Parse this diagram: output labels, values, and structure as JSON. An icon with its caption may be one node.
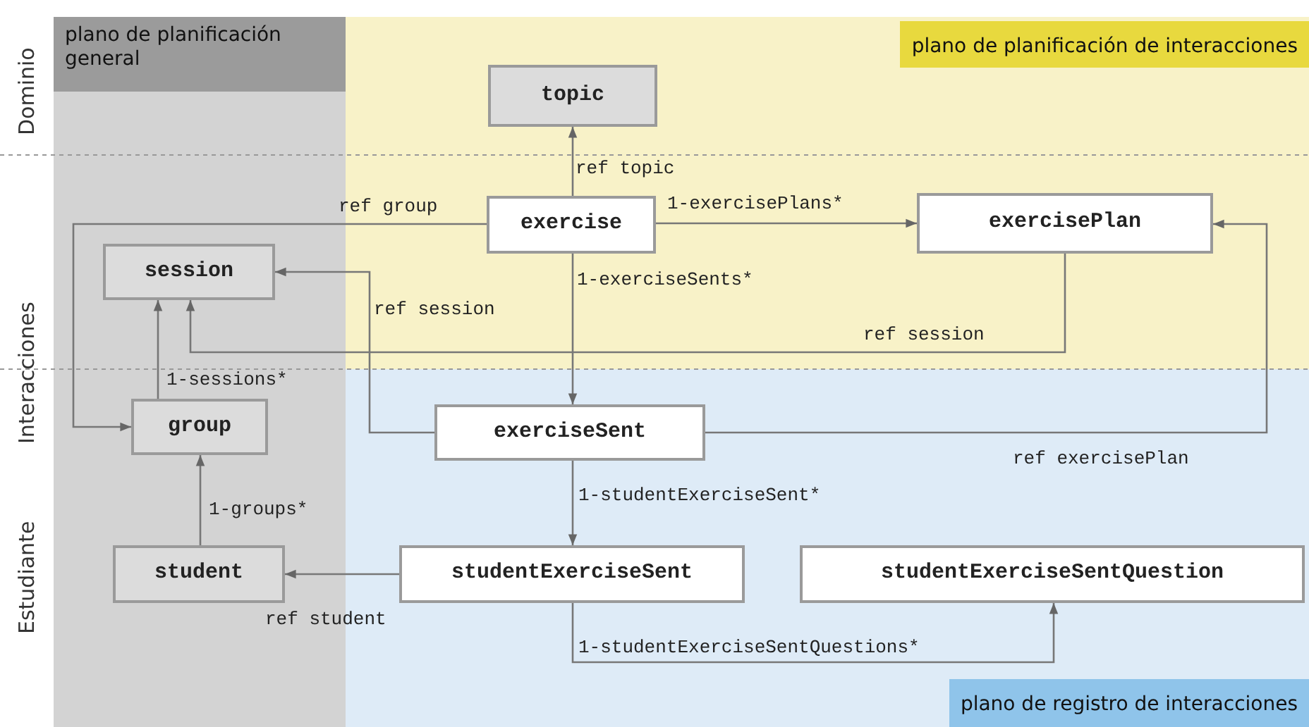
{
  "diagram": {
    "nodes": [
      {
        "text": [
          "plano de planificación general"
        ]
      },
      {
        "text": [
          "plano de planificación de interacciones"
        ]
      },
      {
        "text": [
          "plano de registro de interacciones"
        ]
      },
      {
        "text": [
          "topic"
        ],
        "in": 1
      },
      {
        "text": [
          "exercise"
        ],
        "in": 1
      },
      {
        "text": [
          "exercisePlan"
        ],
        "in": 1
      },
      {
        "text": [
          "session"
        ],
        "in": 0
      },
      {
        "text": [
          "group"
        ],
        "in": 0
      },
      {
        "text": [
          "student"
        ],
        "in": 0
      },
      {
        "text": [
          "exerciseSent"
        ],
        "in": 2
      },
      {
        "text": [
          "studentExerciseSent"
        ],
        "in": 2
      },
      {
        "text": [
          "studentExerciseSentQuestion"
        ],
        "in": 2
      }
    ],
    "edges": [
      {
        "from": 4,
        "to": 3,
        "arrow": "to",
        "label": "ref topic"
      },
      {
        "from": 4,
        "to": 7,
        "arrow": "to",
        "label": "ref group"
      },
      {
        "from": 4,
        "to": 5,
        "arrow": "to",
        "label": "1-exercisePlans*"
      },
      {
        "from": 4,
        "to": 9,
        "arrow": "to",
        "label": "1-exerciseSents*"
      },
      {
        "from": 5,
        "to": 6,
        "arrow": "to",
        "label": "ref session"
      },
      {
        "from": 9,
        "to": 6,
        "arrow": "to",
        "label": "ref session"
      },
      {
        "from": 9,
        "to": 5,
        "arrow": "to",
        "label": "ref exercisePlan"
      },
      {
        "from": 7,
        "to": 6,
        "arrow": "to",
        "label": "1-sessions*"
      },
      {
        "from": 9,
        "to": 10,
        "arrow": "to",
        "label": "1-studentExerciseSent*"
      },
      {
        "from": 8,
        "to": 7,
        "arrow": "to",
        "label": "1-groups*"
      },
      {
        "from": 10,
        "to": 8,
        "arrow": "to",
        "label": "ref student"
      },
      {
        "from": 10,
        "to": 11,
        "arrow": "to",
        "label": "1-studentExerciseSentQuestions*"
      }
    ],
    "labels": [
      "Dominio",
      "Interacciones",
      "Estudiante"
    ]
  }
}
